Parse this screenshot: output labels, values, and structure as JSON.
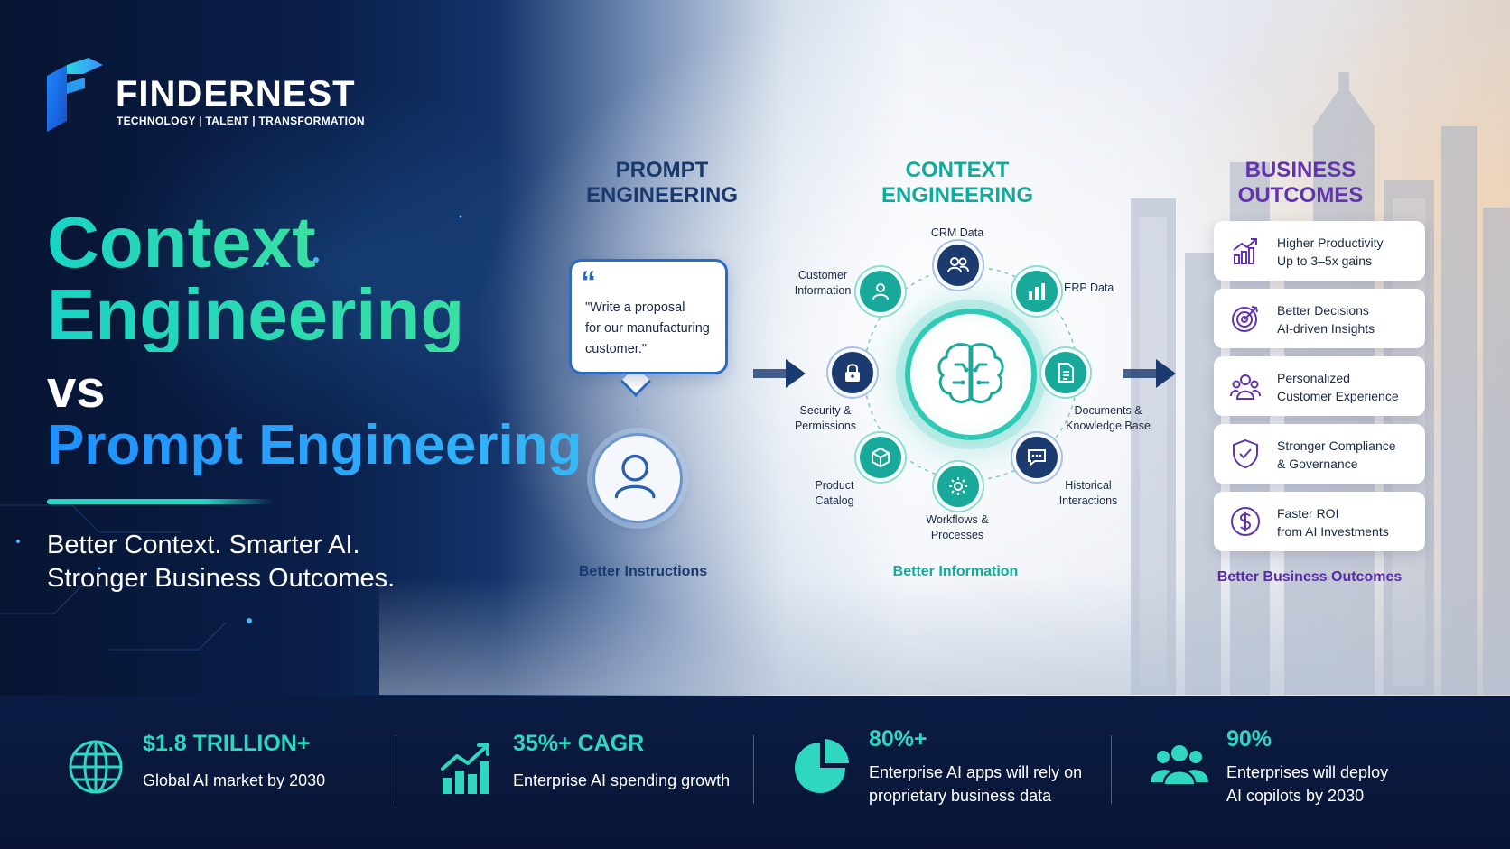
{
  "brand": {
    "name": "FINDERNEST",
    "tagline": "TECHNOLOGY | TALENT | TRANSFORMATION"
  },
  "headline": {
    "line1": "Context",
    "line2": "Engineering",
    "line3": "vs",
    "line4": "Prompt Engineering",
    "tagline_line1": "Better Context. Smarter AI.",
    "tagline_line2": "Stronger Business Outcomes."
  },
  "prompt_engineering": {
    "title_line1": "PROMPT",
    "title_line2": "ENGINEERING",
    "quote_mark": "“",
    "prompt_line1": "\"Write a proposal",
    "prompt_line2": "for our manufacturing",
    "prompt_line3": "customer.\"",
    "footer": "Better Instructions",
    "icon": "user-icon"
  },
  "context_engineering": {
    "title_line1": "CONTEXT",
    "title_line2": "ENGINEERING",
    "hub_icon": "brain-circuit-icon",
    "footer": "Better Information",
    "nodes": [
      {
        "id": "crm",
        "label": "CRM Data",
        "icon": "users-icon"
      },
      {
        "id": "erp",
        "label": "ERP Data",
        "icon": "bar-chart-icon"
      },
      {
        "id": "docs",
        "label_line1": "Documents &",
        "label_line2": "Knowledge Base",
        "icon": "document-icon"
      },
      {
        "id": "history",
        "label_line1": "Historical",
        "label_line2": "Interactions",
        "icon": "chat-icon"
      },
      {
        "id": "workflows",
        "label_line1": "Workflows &",
        "label_line2": "Processes",
        "icon": "gear-icon"
      },
      {
        "id": "catalog",
        "label_line1": "Product",
        "label_line2": "Catalog",
        "icon": "cube-icon"
      },
      {
        "id": "security",
        "label_line1": "Security &",
        "label_line2": "Permissions",
        "icon": "lock-icon"
      },
      {
        "id": "customer",
        "label_line1": "Customer",
        "label_line2": "Information",
        "icon": "person-icon"
      }
    ]
  },
  "business_outcomes": {
    "title_line1": "BUSINESS",
    "title_line2": "OUTCOMES",
    "footer": "Better Business Outcomes",
    "items": [
      {
        "line1": "Higher Productivity",
        "line2": "Up to 3–5x gains",
        "icon": "growth-chart-icon"
      },
      {
        "line1": "Better Decisions",
        "line2": "AI-driven Insights",
        "icon": "target-icon"
      },
      {
        "line1": "Personalized",
        "line2": "Customer Experience",
        "icon": "people-icon"
      },
      {
        "line1": "Stronger Compliance",
        "line2": "& Governance",
        "icon": "shield-check-icon"
      },
      {
        "line1": "Faster ROI",
        "line2": "from AI Investments",
        "icon": "dollar-icon"
      }
    ]
  },
  "stats": [
    {
      "value": "$1.8 TRILLION+",
      "line1": "Global AI market by 2030",
      "line2": "",
      "icon": "globe-icon"
    },
    {
      "value": "35%+ CAGR",
      "line1": "Enterprise AI spending growth",
      "line2": "",
      "icon": "rising-bars-icon"
    },
    {
      "value": "80%+",
      "line1": "Enterprise AI apps will rely on",
      "line2": "proprietary business data",
      "icon": "pie-chart-icon"
    },
    {
      "value": "90%",
      "line1": "Enterprises will deploy",
      "line2": "AI copilots by 2030",
      "icon": "team-icon"
    }
  ],
  "colors": {
    "teal": "#2fd6c0",
    "blue": "#2e9cf2",
    "navy": "#1a3a70",
    "purple": "#6234b0",
    "band": "#0b1c44"
  }
}
